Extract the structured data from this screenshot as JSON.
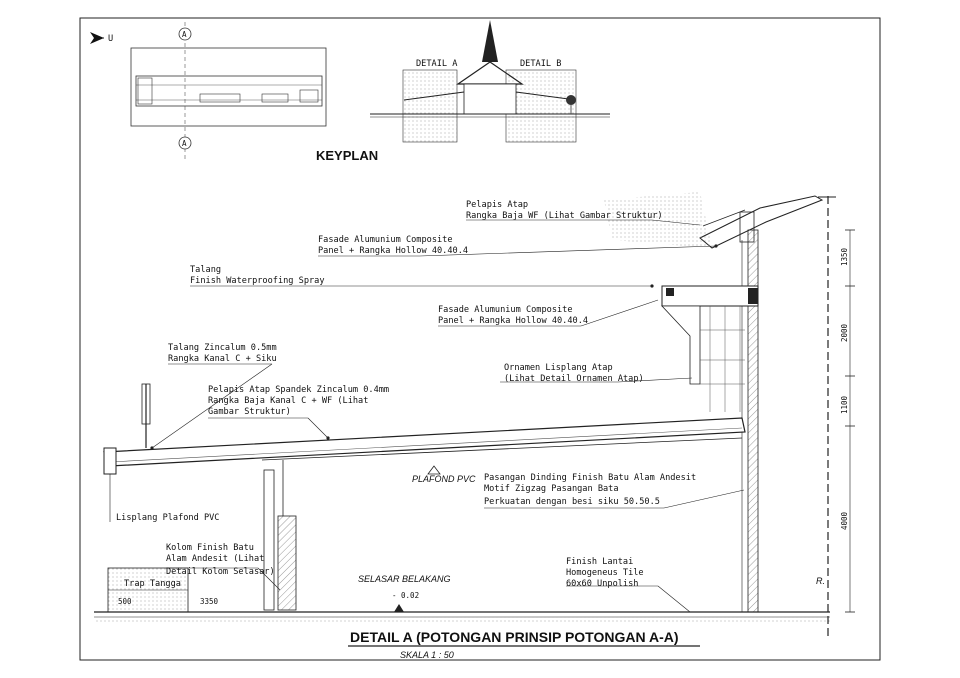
{
  "north_label": "U",
  "keyplan": {
    "title": "KEYPLAN",
    "detail_a": "DETAIL A",
    "detail_b": "DETAIL B",
    "section_marker": "A"
  },
  "labels": {
    "pelapis_atap_1": "Pelapis Atap",
    "pelapis_atap_2": "Rangka Baja WF (Lihat Gambar Struktur)",
    "fasade_top_1": "Fasade Alumunium Composite",
    "fasade_top_2": "Panel + Rangka Hollow 40.40.4",
    "talang_1": "Talang",
    "talang_2": "Finish Waterproofing Spray",
    "fasade_mid_1": "Fasade Alumunium Composite",
    "fasade_mid_2": "Panel + Rangka Hollow 40.40.4",
    "talang_zinc_1": "Talang Zincalum 0.5mm",
    "talang_zinc_2": "Rangka Kanal C + Siku",
    "ornamen_1": "Ornamen Lisplang Atap",
    "ornamen_2": "(Lihat Detail Ornamen Atap)",
    "spandek_1": "Pelapis Atap Spandek Zincalum 0.4mm",
    "spandek_2": "Rangka Baja Kanal C + WF (Lihat",
    "spandek_3": "Gambar Struktur)",
    "plafond": "PLAFOND PVC",
    "dinding_1": "Pasangan Dinding Finish Batu Alam Andesit",
    "dinding_2": "Motif Zigzag Pasangan Bata",
    "dinding_3": "Perkuatan dengan besi siku 50.50.5",
    "lisplang": "Lisplang Plafond PVC",
    "kolom_1": "Kolom Finish Batu",
    "kolom_2": "Alam Andesit (Lihat",
    "kolom_3": "Detail Kolom Selasar)",
    "trap": "Trap Tangga",
    "selasar": "SELASAR BELAKANG",
    "elevation": "- 0.02",
    "lantai_1": "Finish Lantai",
    "lantai_2": "Homogeneus Tile",
    "lantai_3": "60x60 Unpolish",
    "r_mark": "R."
  },
  "dimensions": {
    "d1": "1350",
    "d2": "2000",
    "d3": "1100",
    "d4": "4000",
    "d_500": "500",
    "d_3350": "3350"
  },
  "title": {
    "main": "DETAIL A (POTONGAN PRINSIP POTONGAN A-A)",
    "scale": "SKALA   1 : 50"
  }
}
